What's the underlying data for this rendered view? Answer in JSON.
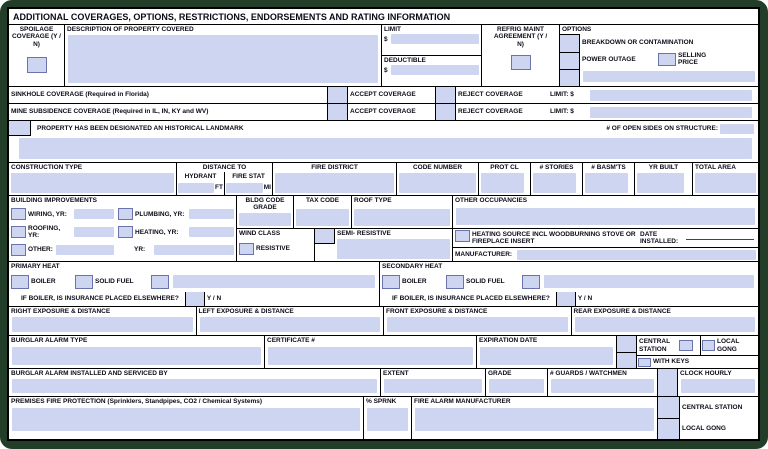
{
  "title": "ADDITIONAL COVERAGES, OPTIONS, RESTRICTIONS, ENDORSEMENTS AND RATING INFORMATION",
  "row1": {
    "spoilage_label": "SPOILAGE COVERAGE (Y / N)",
    "description_label": "DESCRIPTION OF PROPERTY COVERED",
    "limit_label": "LIMIT",
    "limit_symbol": "$",
    "deductible_label": "DEDUCTIBLE",
    "deductible_symbol": "$",
    "refrig_label": "REFRIG MAINT AGREEMENT (Y / N)",
    "options_label": "OPTIONS",
    "breakdown_label": "BREAKDOWN OR CONTAMINATION",
    "power_outage_label": "POWER OUTAGE",
    "selling_price_label": "SELLING PRICE"
  },
  "sinkhole": {
    "label": "SINKHOLE COVERAGE (Required in Florida)",
    "accept": "ACCEPT COVERAGE",
    "reject": "REJECT COVERAGE",
    "limit": "LIMIT: $"
  },
  "mine": {
    "label": "MINE SUBSIDENCE COVERAGE (Required in IL, IN, KY and WV)",
    "accept": "ACCEPT COVERAGE",
    "reject": "REJECT COVERAGE",
    "limit": "LIMIT: $"
  },
  "landmark": {
    "label": "PROPERTY HAS BEEN DESIGNATED AN HISTORICAL LANDMARK",
    "open_sides_label": "# OF OPEN SIDES ON STRUCTURE:"
  },
  "construction": {
    "construction_type": "CONSTRUCTION TYPE",
    "distance_to": "DISTANCE TO",
    "hydrant": "HYDRANT",
    "fire_stat": "FIRE STAT",
    "ft": "FT",
    "mi": "MI",
    "fire_district": "FIRE DISTRICT",
    "code_number": "CODE NUMBER",
    "prot_cl": "PROT CL",
    "stories": "# STORIES",
    "basmts": "# BASM'TS",
    "yr_built": "YR BUILT",
    "total_area": "TOTAL AREA"
  },
  "improvements": {
    "label": "BUILDING IMPROVEMENTS",
    "wiring": "WIRING, YR:",
    "plumbing": "PLUMBING, YR:",
    "roofing": "ROOFING, YR:",
    "heating": "HEATING, YR:",
    "other": "OTHER:",
    "yr": "YR:",
    "bldg_code_grade": "BLDG CODE GRADE",
    "tax_code": "TAX CODE",
    "roof_type": "ROOF TYPE",
    "wind_class": "WIND CLASS",
    "resistive": "RESISTIVE",
    "semi_resistive": "SEMI- RESISTIVE",
    "other_occupancies": "OTHER OCCUPANCIES",
    "heating_source": "HEATING SOURCE INCL WOODBURNING STOVE OR FIREPLACE INSERT",
    "date_installed": "DATE INSTALLED:",
    "manufacturer": "MANUFACTURER:"
  },
  "primary_heat": {
    "title": "PRIMARY HEAT",
    "boiler": "BOILER",
    "solid_fuel": "SOLID FUEL",
    "question": "IF BOILER, IS INSURANCE PLACED ELSEWHERE?",
    "yn": "Y / N"
  },
  "secondary_heat": {
    "title": "SECONDARY HEAT",
    "boiler": "BOILER",
    "solid_fuel": "SOLID FUEL",
    "question": "IF BOILER, IS INSURANCE PLACED ELSEWHERE?",
    "yn": "Y / N"
  },
  "exposures": [
    "RIGHT EXPOSURE & DISTANCE",
    "LEFT EXPOSURE & DISTANCE",
    "FRONT EXPOSURE & DISTANCE",
    "REAR EXPOSURE & DISTANCE"
  ],
  "burglar": {
    "type_label": "BURGLAR ALARM TYPE",
    "certificate_label": "CERTIFICATE #",
    "expiration_label": "EXPIRATION DATE",
    "central_station": "CENTRAL STATION",
    "local_gong": "LOCAL GONG",
    "with_keys": "WITH KEYS",
    "installed_label": "BURGLAR ALARM INSTALLED AND SERVICED BY",
    "extent_label": "EXTENT",
    "grade_label": "GRADE",
    "guards_label": "# GUARDS / WATCHMEN",
    "clock_hourly": "CLOCK HOURLY"
  },
  "premises": {
    "label": "PREMISES FIRE PROTECTION (Sprinklers, Standpipes, CO2 / Chemical Systems)",
    "sprnk_label": "% SPRNK",
    "fire_alarm_label": "FIRE ALARM MANUFACTURER",
    "central_station": "CENTRAL STATION",
    "local_gong": "LOCAL GONG"
  },
  "colors": {
    "field": "#cdd5f0",
    "frame": "#223d28",
    "border": "#000000"
  }
}
